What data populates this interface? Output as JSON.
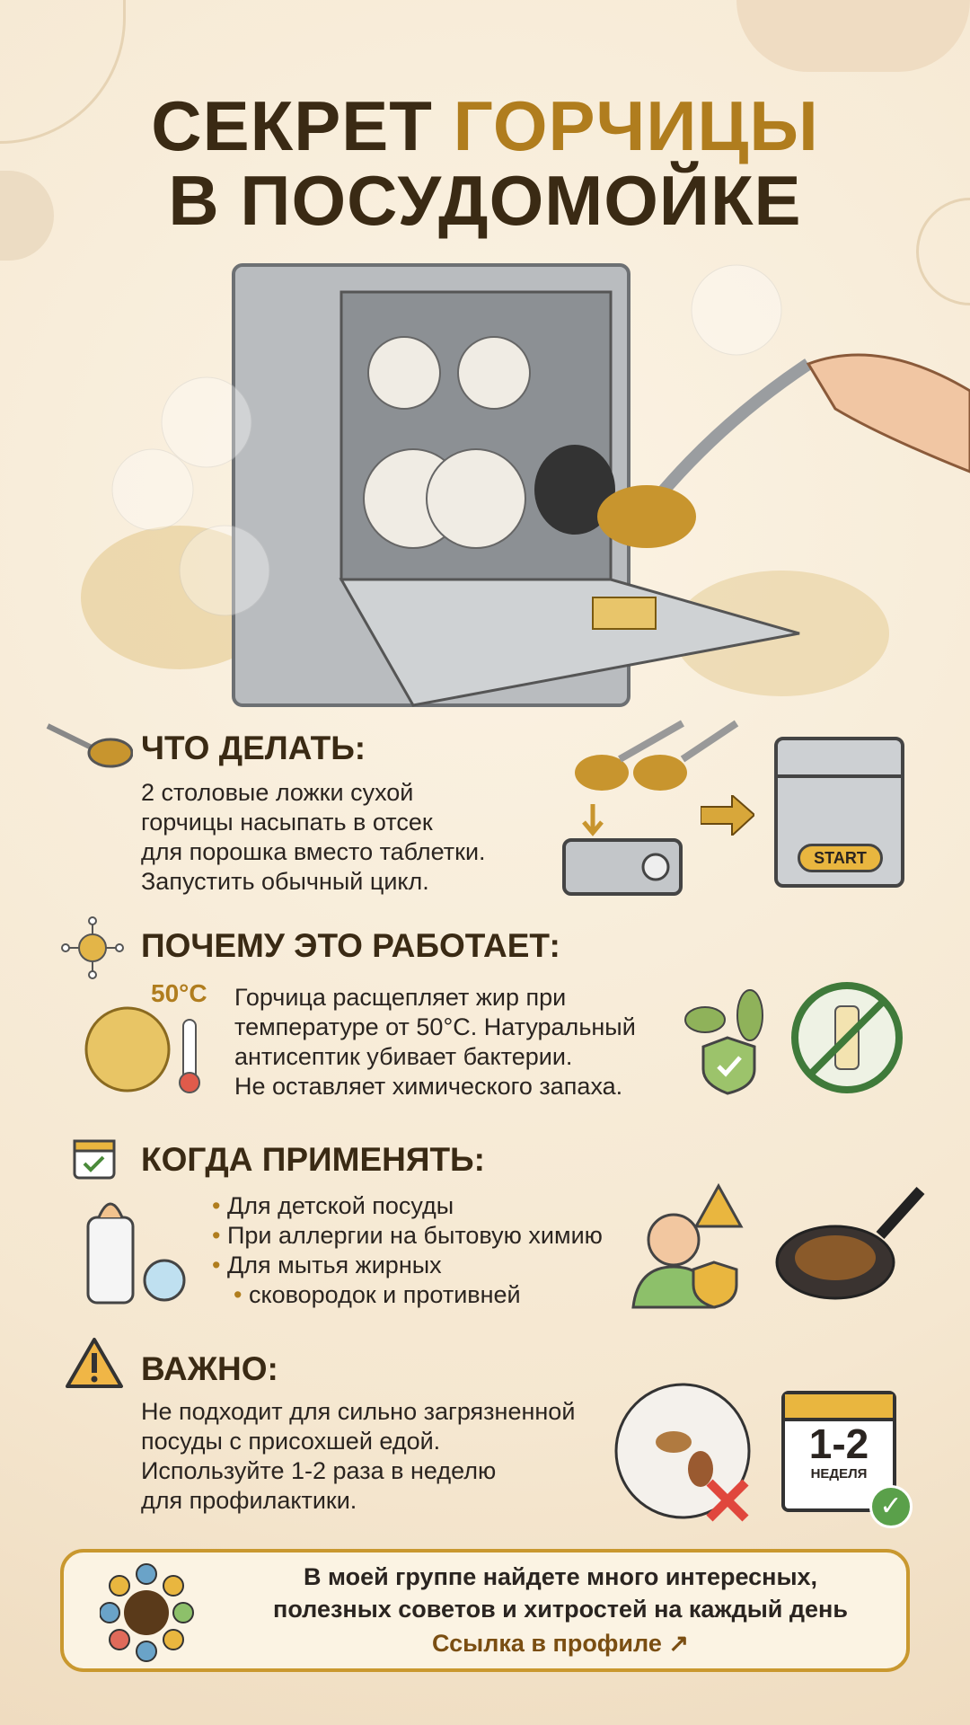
{
  "title": {
    "line1_a": "СЕКРЕТ",
    "line1_b": "ГОРЧИЦЫ",
    "line2": "В ПОСУДОМОЙКЕ"
  },
  "colors": {
    "accent": "#b07d1e",
    "dark": "#3a2a14",
    "bg": "#f7ecda"
  },
  "what": {
    "heading": "ЧТО ДЕЛАТЬ:",
    "lines": [
      "2 столовые ложки сухой",
      "горчицы насыпать в отсек",
      "для порошка вместо таблетки.",
      "Запустить обычный цикл."
    ],
    "start_label": "START"
  },
  "why": {
    "heading": "ПОЧЕМУ ЭТО РАБОТАЕТ:",
    "temp": "50°C",
    "lines": [
      "Горчица расщепляет жир при",
      "температуре от 50°C. Натуральный",
      "антисептик убивает бактерии.",
      "Не оставляет химического запаха."
    ]
  },
  "when": {
    "heading": "КОГДА ПРИМЕНЯТЬ:",
    "items": [
      "Для детской посуды",
      "При аллергии на бытовую химию",
      "Для мытья жирных",
      "сковородок и противней"
    ]
  },
  "important": {
    "heading": "ВАЖНО:",
    "lines": [
      "Не подходит для сильно загрязненной",
      "посуды с присохшей едой.",
      "Используйте 1-2 раза в неделю",
      "для профилактики."
    ],
    "calendar_number": "1-2",
    "calendar_label": "НЕДЕЛЯ"
  },
  "footer": {
    "line1": "В моей группе найдете много интересных,",
    "line2": "полезных советов и хитростей на каждый день",
    "link": "Ссылка в профиле"
  }
}
